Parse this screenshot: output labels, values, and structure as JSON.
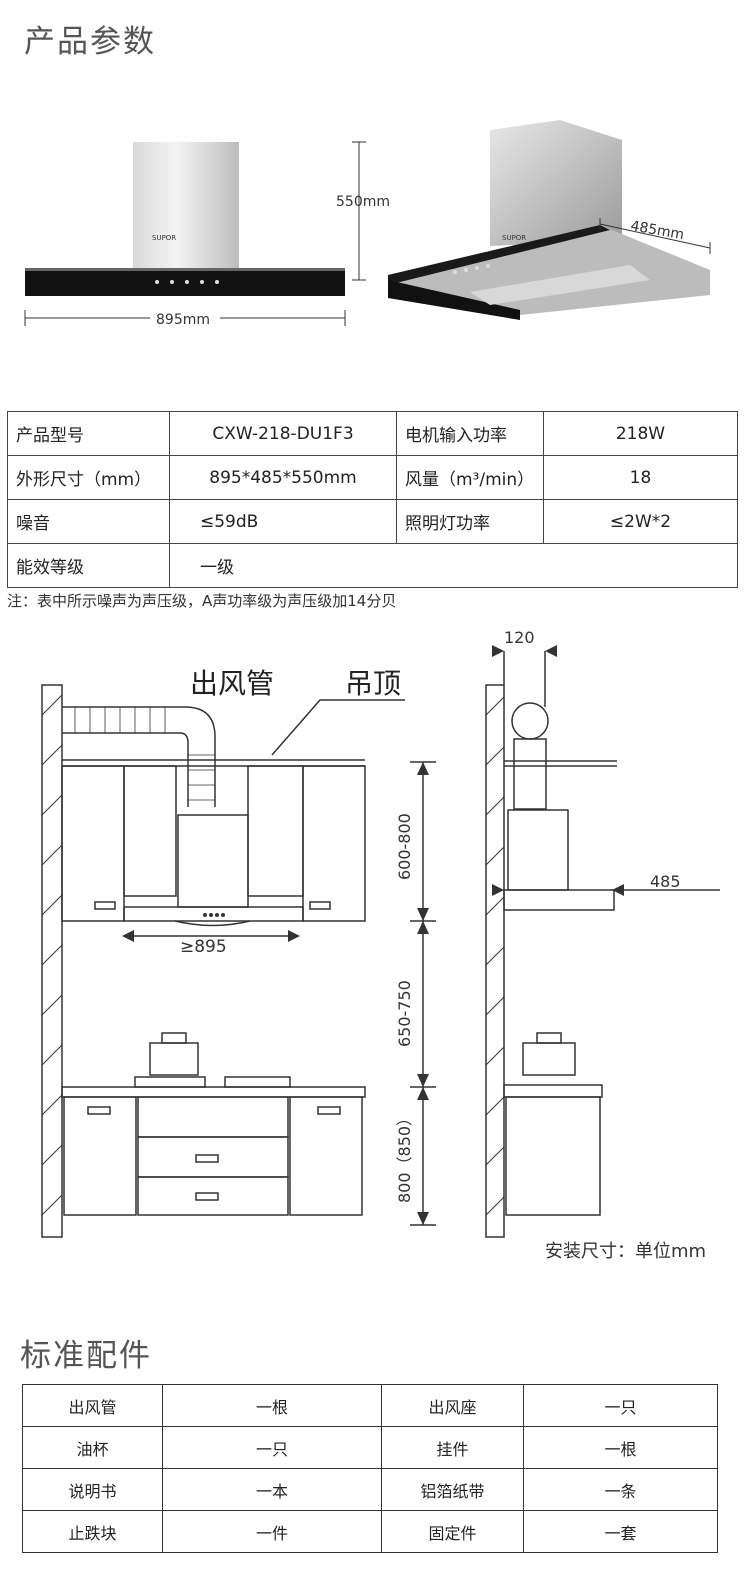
{
  "params_title": "产品参数",
  "product_figure": {
    "brand": "SUPOR",
    "height_label": "550mm",
    "width_label": "895mm",
    "depth_label": "485mm"
  },
  "specs": {
    "rows": [
      [
        "产品型号",
        "CXW-218-DU1F3",
        "电机输入功率",
        "218W"
      ],
      [
        "外形尺寸（mm）",
        "895*485*550mm",
        "风量（m³/min）",
        "18"
      ],
      [
        "噪音",
        "≤59dB",
        "照明灯功率",
        "≤2W*2"
      ],
      [
        "能效等级",
        "一级",
        "",
        ""
      ]
    ],
    "note": "注：表中所示噪声为声压级，A声功率级为声压级加14分贝"
  },
  "install": {
    "label_duct": "出风管",
    "label_ceiling": "吊顶",
    "dim_width": "≥895",
    "dim_top": "600-800",
    "dim_mid": "650-750",
    "dim_bottom": "800（850）",
    "side_top": "120",
    "side_depth": "485",
    "caption": "安装尺寸：单位mm"
  },
  "accessories_title": "标准配件",
  "accessories": [
    [
      "出风管",
      "一根",
      "出风座",
      "一只"
    ],
    [
      "油杯",
      "一只",
      "挂件",
      "一根"
    ],
    [
      "说明书",
      "一本",
      "铝箔纸带",
      "一条"
    ],
    [
      "止跌块",
      "一件",
      "固定件",
      "一套"
    ]
  ]
}
